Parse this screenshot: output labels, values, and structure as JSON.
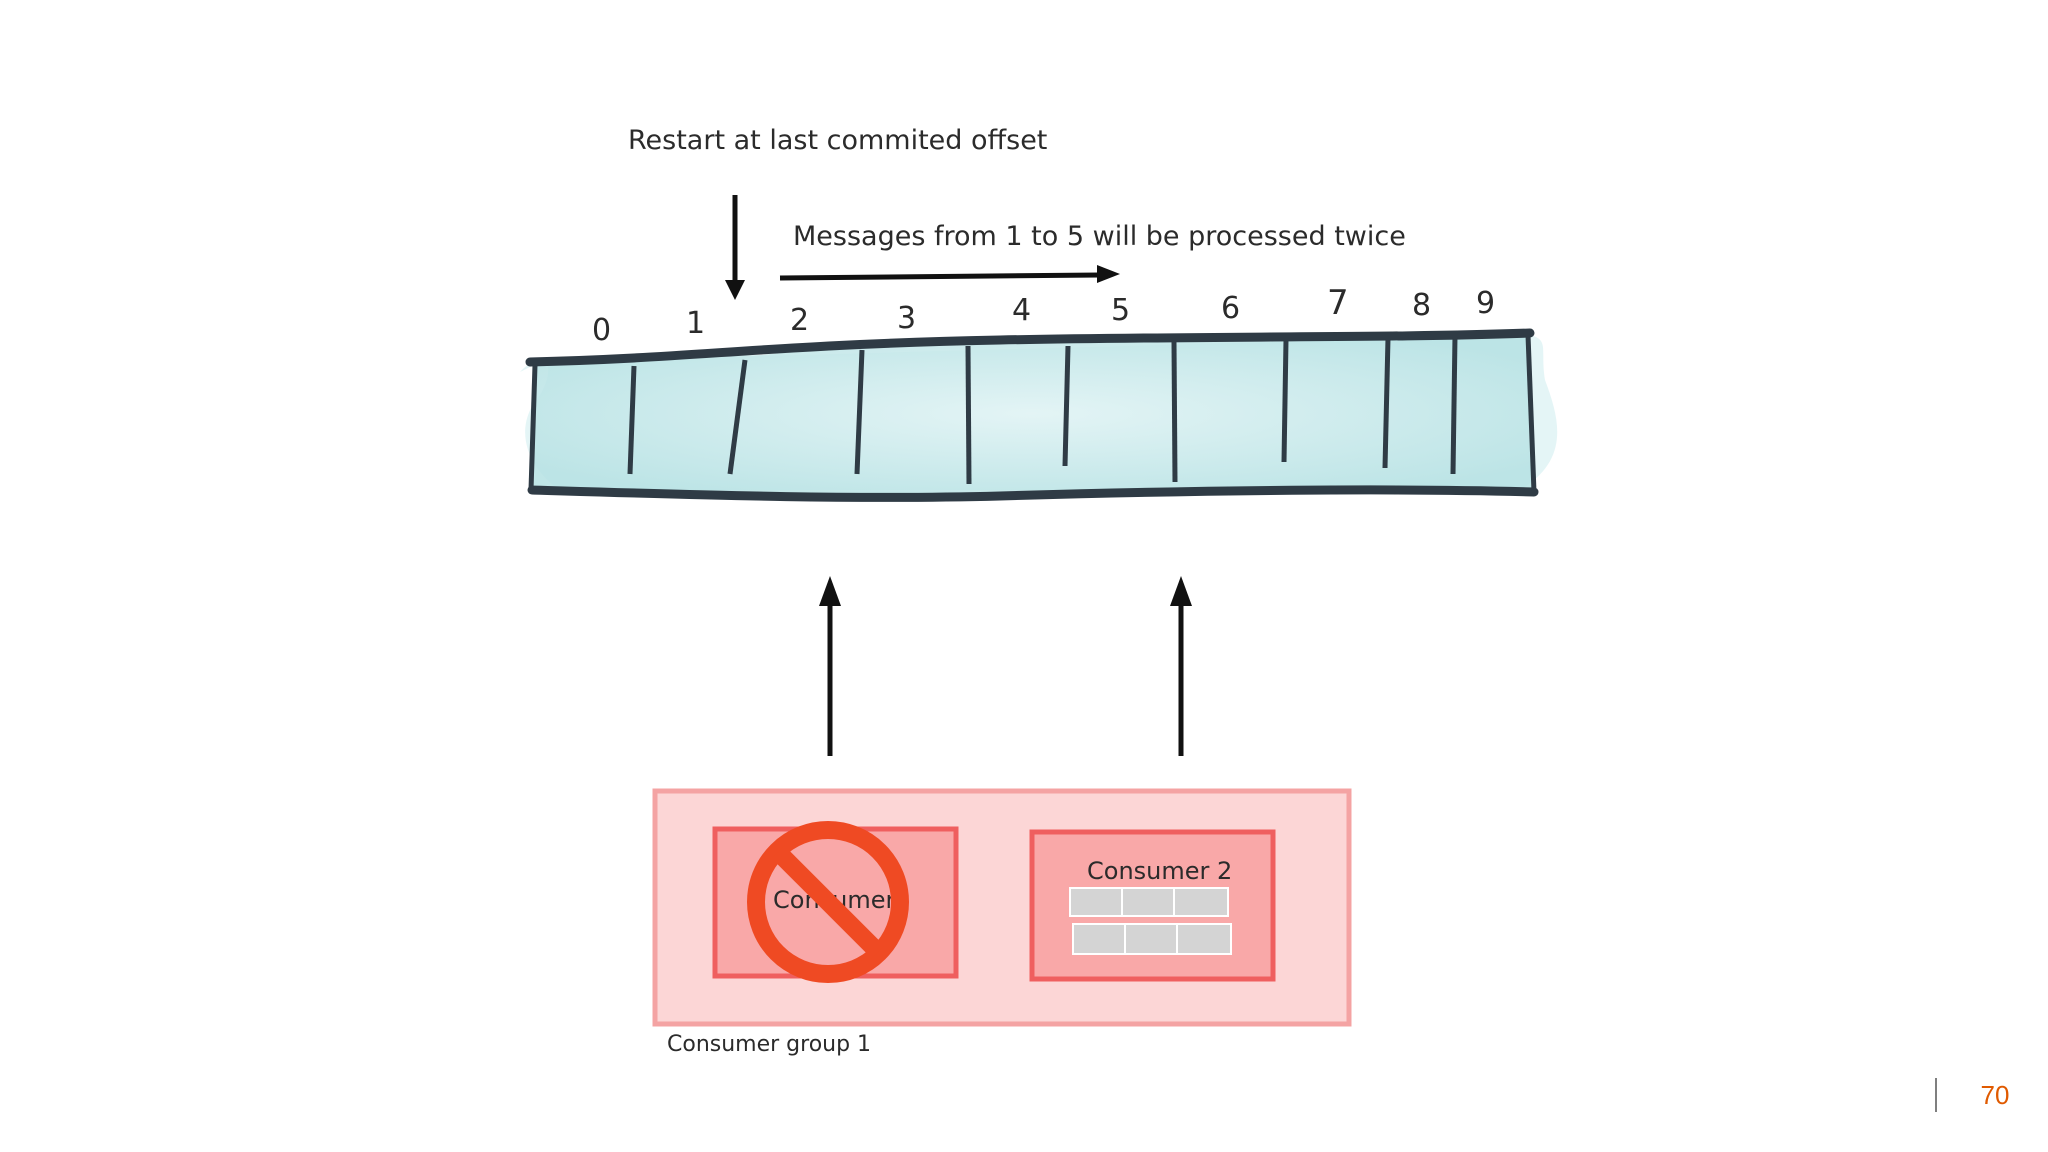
{
  "annotations": {
    "restart": "Restart at last commited offset",
    "twice": "Messages from 1 to 5 will be processed twice"
  },
  "offsets": [
    "0",
    "1",
    "2",
    "3",
    "4",
    "5",
    "6",
    "7",
    "8",
    "9"
  ],
  "consumer_group": {
    "label": "Consumer group 1",
    "consumer_1_label": "Consumer",
    "consumer_1_status": "blocked",
    "consumer_2_label": "Consumer 2"
  },
  "colors": {
    "log_fill": "#bfe6e8",
    "log_stroke": "#2f3b45",
    "group_fill": "#fcd6d6",
    "group_stroke": "#f4a3a3",
    "consumer_fill": "#f9a8a8",
    "consumer_stroke": "#ef5f5f",
    "prohibited": "#ef4a23",
    "page_number": "#e05a00"
  },
  "icons": [
    "arrow-down-icon",
    "arrow-right-icon",
    "arrow-up-icon",
    "prohibited-icon"
  ],
  "page": {
    "number": "70"
  }
}
